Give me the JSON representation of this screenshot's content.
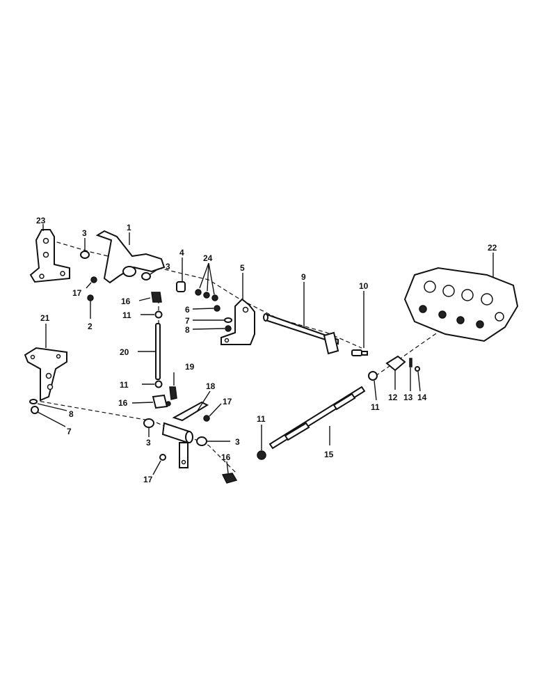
{
  "callouts": [
    {
      "id": "c23",
      "text": "23"
    },
    {
      "id": "c3a",
      "text": "3"
    },
    {
      "id": "c1",
      "text": "1"
    },
    {
      "id": "c3b",
      "text": "3"
    },
    {
      "id": "c4",
      "text": "4"
    },
    {
      "id": "c24",
      "text": "24"
    },
    {
      "id": "c5",
      "text": "5"
    },
    {
      "id": "c9",
      "text": "9"
    },
    {
      "id": "c10",
      "text": "10"
    },
    {
      "id": "c22",
      "text": "22"
    },
    {
      "id": "c17a",
      "text": "17"
    },
    {
      "id": "c16a",
      "text": "16"
    },
    {
      "id": "c2",
      "text": "2"
    },
    {
      "id": "c11a",
      "text": "11"
    },
    {
      "id": "c6",
      "text": "6"
    },
    {
      "id": "c7a",
      "text": "7"
    },
    {
      "id": "c8a",
      "text": "8"
    },
    {
      "id": "c21",
      "text": "21"
    },
    {
      "id": "c20",
      "text": "20"
    },
    {
      "id": "c19",
      "text": "19"
    },
    {
      "id": "c11b",
      "text": "11"
    },
    {
      "id": "c18",
      "text": "18"
    },
    {
      "id": "c16b",
      "text": "16"
    },
    {
      "id": "c17b",
      "text": "17"
    },
    {
      "id": "c8b",
      "text": "8"
    },
    {
      "id": "c7b",
      "text": "7"
    },
    {
      "id": "c3c",
      "text": "3"
    },
    {
      "id": "c3d",
      "text": "3"
    },
    {
      "id": "c11c",
      "text": "11"
    },
    {
      "id": "c16c",
      "text": "16"
    },
    {
      "id": "c17c",
      "text": "17"
    },
    {
      "id": "c15",
      "text": "15"
    },
    {
      "id": "c11d",
      "text": "11"
    },
    {
      "id": "c12",
      "text": "12"
    },
    {
      "id": "c13",
      "text": "13"
    },
    {
      "id": "c14",
      "text": "14"
    }
  ]
}
